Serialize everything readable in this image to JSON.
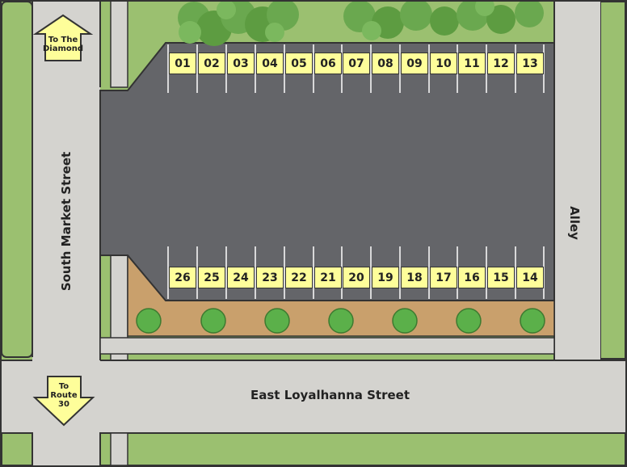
{
  "streets": {
    "south_market": "South Market Street",
    "loyalhanna": "East Loyalhanna Street",
    "alley": "Alley"
  },
  "arrows": {
    "north": {
      "line1": "To The",
      "line2": "Diamond"
    },
    "south": {
      "line1": "To",
      "line2": "Route",
      "line3": "30"
    }
  },
  "stalls": {
    "top": [
      "01",
      "02",
      "03",
      "04",
      "05",
      "06",
      "07",
      "08",
      "09",
      "10",
      "11",
      "12",
      "13"
    ],
    "bottom": [
      "26",
      "25",
      "24",
      "23",
      "22",
      "21",
      "20",
      "19",
      "18",
      "17",
      "16",
      "15",
      "14"
    ]
  },
  "colors": {
    "grass": "#9bc070",
    "road": "#d4d3cf",
    "asphalt": "#646569",
    "stall": "#fefe9a",
    "mulch": "#c9a06c"
  }
}
